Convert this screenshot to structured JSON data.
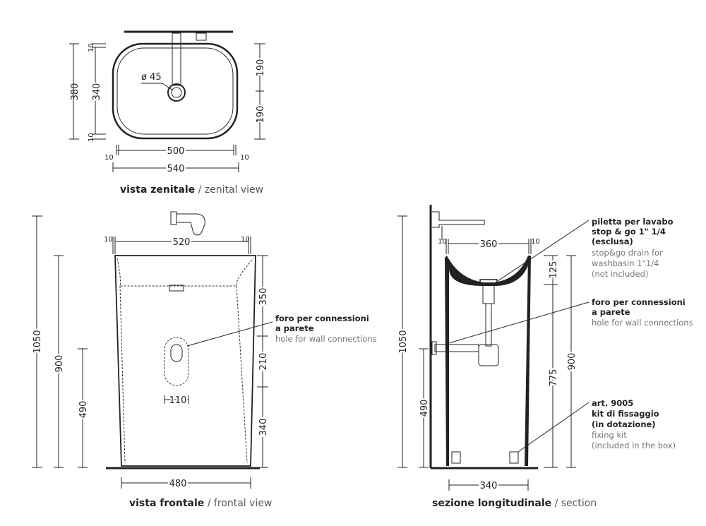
{
  "zenital": {
    "caption_bold": "vista zenitale",
    "caption_normal": " / zenital view",
    "dims": {
      "d380": "380",
      "d340": "340",
      "d10a": "10",
      "d10b": "10",
      "d190a": "190",
      "d190b": "190",
      "d500": "500",
      "d540": "540",
      "d10c": "10",
      "d10d": "10",
      "diam": "ø 45"
    }
  },
  "frontal": {
    "caption_bold": "vista frontale",
    "caption_normal": " / frontal view",
    "dims": {
      "d520": "520",
      "d10a": "10",
      "d10b": "10",
      "d1050": "1050",
      "d900": "900",
      "d490": "490",
      "d350": "350",
      "d210": "210",
      "d340": "340",
      "d110": "110",
      "d480": "480"
    },
    "annotation": {
      "line1": "foro per connessioni",
      "line2": "a parete",
      "line3": "hole for wall connections"
    }
  },
  "section": {
    "caption_bold": "sezione longitudinale",
    "caption_normal": " / section",
    "dims": {
      "d360": "360",
      "d10a": "10",
      "d10b": "10",
      "d1050": "1050",
      "d490": "490",
      "d125": "125",
      "d775": "775",
      "d900": "900",
      "d340": "340"
    },
    "annotations": [
      {
        "b1": "piletta per lavabo",
        "b2": "stop & go 1\" 1/4",
        "b3": "(esclusa)",
        "n1": "stop&go drain for",
        "n2": "washbasin 1\"1/4",
        "n3": "(not included)"
      },
      {
        "b1": "foro per connessioni",
        "b2": "a parete",
        "n1": "hole for wall connections"
      },
      {
        "b1": "art. 9005",
        "b2": "kit di fissaggio",
        "b3": "(in dotazione)",
        "n1": "fixing kit",
        "n2": "(included in the box)"
      }
    ]
  }
}
